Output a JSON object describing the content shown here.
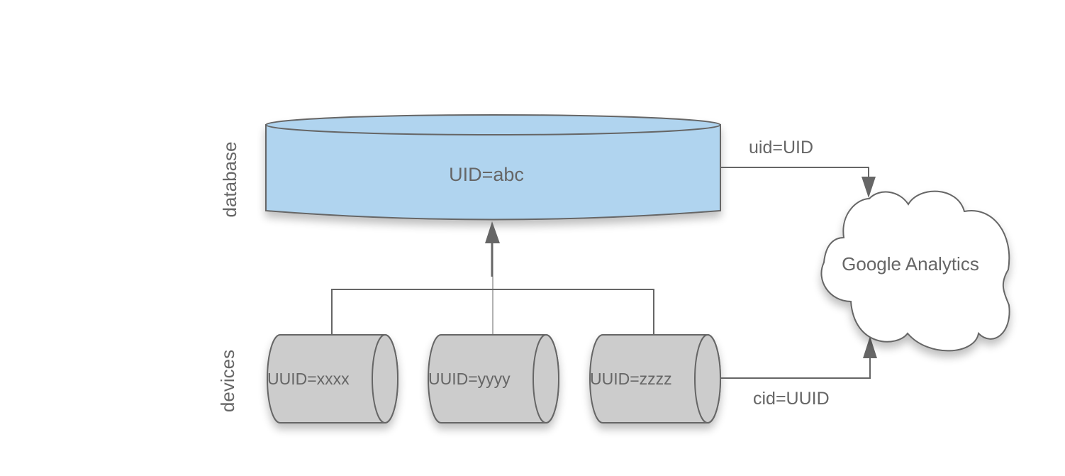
{
  "diagram": {
    "lane_labels": {
      "database": "database",
      "devices": "devices"
    },
    "database": {
      "label": "UID=abc",
      "fill": "#b0d4ef"
    },
    "devices": [
      {
        "label": "UUID=xxxx"
      },
      {
        "label": "UUID=yyyy"
      },
      {
        "label": "UUID=zzzz"
      }
    ],
    "device_fill": "#cccccc",
    "cloud": {
      "label": "Google Analytics",
      "fill": "#ffffff"
    },
    "edges": {
      "db_to_ga": "uid=UID",
      "device_to_ga": "cid=UUID"
    },
    "stroke_color": "#666666"
  }
}
